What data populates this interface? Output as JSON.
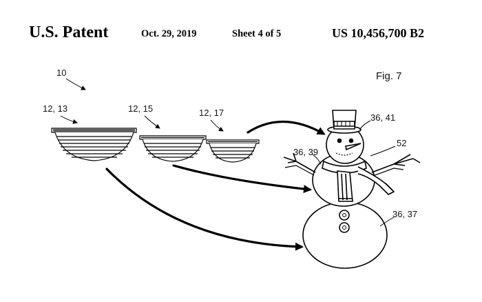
{
  "header": {
    "left": "U.S. Patent",
    "date": "Oct. 29, 2019",
    "sheet": "Sheet 4 of 5",
    "number": "US 10,456,700 B2"
  },
  "figure": {
    "label": "Fig. 7"
  },
  "refs": {
    "assembly": "10",
    "bowl_large": "12, 13",
    "bowl_medium": "12, 15",
    "bowl_small": "12, 17",
    "head": "36, 41",
    "middle": "36, 39",
    "arm": "52",
    "base": "36, 37"
  }
}
